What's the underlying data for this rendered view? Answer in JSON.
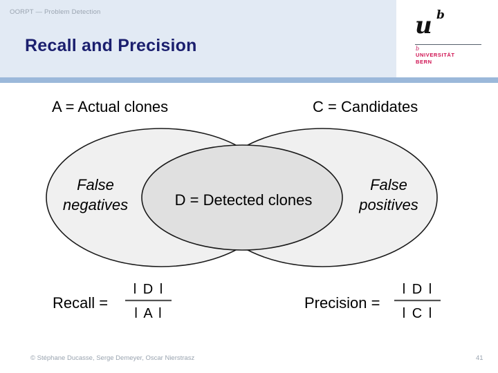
{
  "header": {
    "breadcrumb": "OORPT — Problem Detection",
    "title": "Recall and Precision"
  },
  "logo": {
    "mark_u": "u",
    "mark_b": "b",
    "tick": "b",
    "line1": "UNIVERSITÄT",
    "line2": "BERN"
  },
  "diagram": {
    "set_a_label": "A = Actual clones",
    "set_c_label": "C = Candidates",
    "false_negatives_line1": "False",
    "false_negatives_line2": "negatives",
    "detected_label": "D = Detected clones",
    "false_positives_line1": "False",
    "false_positives_line2": "positives",
    "colors": {
      "outer_fill": "#f0f0f0",
      "inner_fill": "#e0e0e0",
      "stroke": "#1a1a1a"
    }
  },
  "formulas": {
    "recall": {
      "name": "Recall =",
      "numerator": "l D l",
      "denominator": "l A l"
    },
    "precision": {
      "name": "Precision =",
      "numerator": "l D l",
      "denominator": "l C l"
    }
  },
  "footer": {
    "credit": "© Stéphane Ducasse, Serge Demeyer, Oscar Nierstrasz",
    "page_number": "41"
  },
  "theme": {
    "header_bg": "#e2eaf4",
    "header_rule": "#9bb8da",
    "title_color": "#1b1f6e",
    "muted_text": "#9aa4b0",
    "logo_red": "#cf1050"
  }
}
